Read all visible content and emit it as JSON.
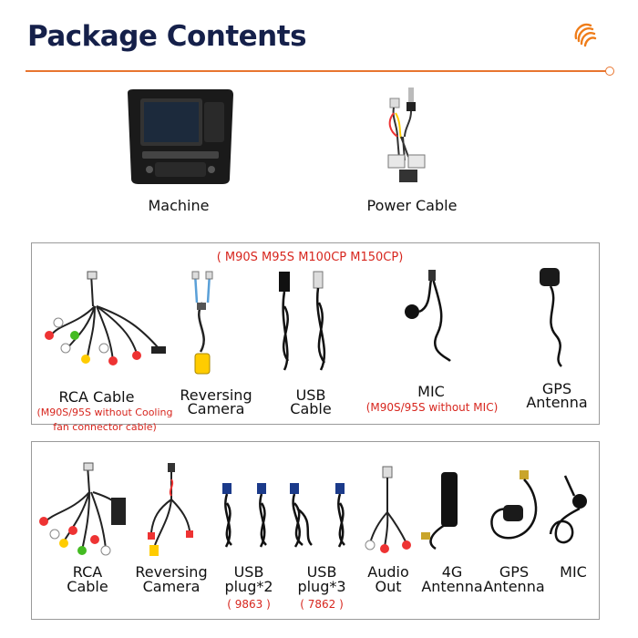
{
  "header": {
    "title": "Package Contents",
    "logo_icon": "orange-spiral-logo-icon",
    "accent_color": "#e8752f",
    "title_color": "#15204a"
  },
  "top": {
    "machine_label": "Machine",
    "power_label": "Power Cable"
  },
  "box1": {
    "models": "( M90S M95S M100CP M150CP)",
    "rca_label": "RCA Cable",
    "rca_note_1": "(M90S/95S without Cooling",
    "rca_note_2": "fan connector cable)",
    "rev_line1": "Reversing",
    "rev_line2": "Camera",
    "usb_line1": "USB",
    "usb_line2": "Cable",
    "mic_label": "MIC",
    "mic_note": "(M90S/95S without MIC)",
    "gps_line1": "GPS",
    "gps_line2": "Antenna"
  },
  "box2": {
    "rca_line1": "RCA",
    "rca_line2": "Cable",
    "rev_line1": "Reversing",
    "rev_line2": "Camera",
    "usb2_line1": "USB",
    "usb2_line2": "plug*2",
    "usb2_code": "( 9863 )",
    "usb3_line1": "USB",
    "usb3_line2": "plug*3",
    "usb3_code": "( 7862 )",
    "audio_line1": "Audio",
    "audio_line2": "Out",
    "g4_line1": "4G",
    "g4_line2": "Antenna",
    "gps_line1": "GPS",
    "gps_line2": "Antenna",
    "mic_label": "MIC"
  }
}
